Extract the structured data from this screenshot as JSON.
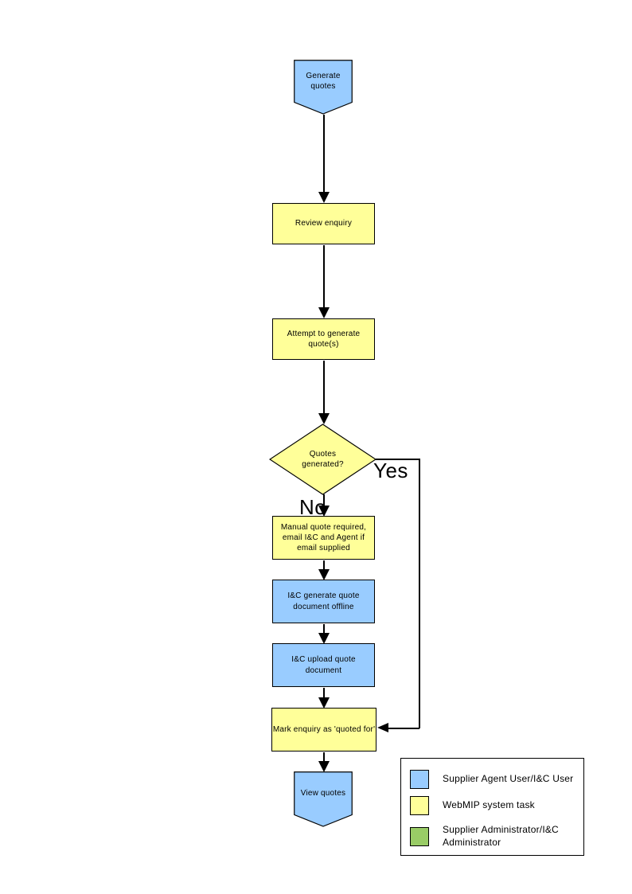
{
  "colors": {
    "actor_blue": "#99CCFF",
    "system_yellow": "#FFFF99",
    "admin_green": "#99CC66",
    "line_black": "#000000"
  },
  "flowchart": {
    "nodes": {
      "start": {
        "label": "Generate quotes",
        "type": "offpage-connector"
      },
      "review": {
        "label": "Review enquiry",
        "type": "process"
      },
      "attempt": {
        "label": "Attempt to generate quote(s)",
        "type": "process"
      },
      "decision": {
        "label": "Quotes generated?",
        "type": "decision"
      },
      "manual": {
        "label": "Manual quote required, email I&C and Agent if email supplied",
        "type": "process"
      },
      "generate_offline": {
        "label": "I&C generate quote document offline",
        "type": "process"
      },
      "upload": {
        "label": "I&C upload quote document",
        "type": "process"
      },
      "mark": {
        "label": "Mark enquiry as 'quoted for'",
        "type": "process"
      },
      "end": {
        "label": "View quotes",
        "type": "offpage-connector"
      }
    },
    "branch_labels": {
      "yes": "Yes",
      "no": "No"
    },
    "legend": {
      "items": [
        {
          "label": "Supplier Agent User/I&C User",
          "color": "#99CCFF"
        },
        {
          "label": "WebMIP system task",
          "color": "#FFFF99"
        },
        {
          "label": "Supplier Administrator/I&C Administrator",
          "color": "#99CC66"
        }
      ]
    }
  }
}
